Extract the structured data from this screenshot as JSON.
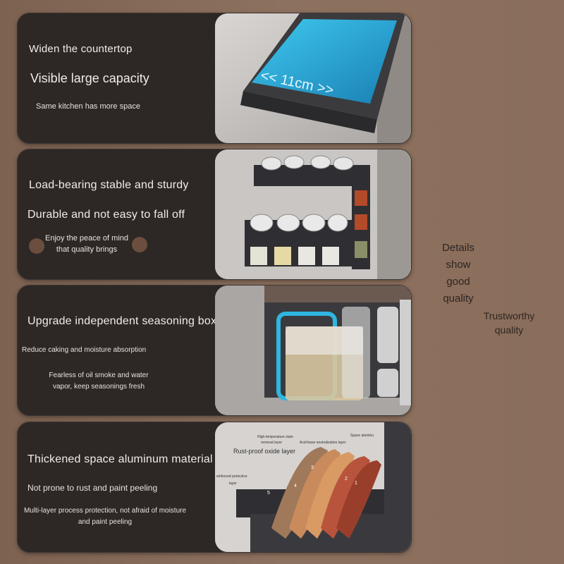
{
  "colors": {
    "background": "#8a6e5c",
    "card": "#2d2826",
    "accent_cyan": "#2fb6e0",
    "text_light": "#f1ece8"
  },
  "cards": [
    {
      "heading_small": "Widen the countertop",
      "heading_large": "Visible large capacity",
      "subtext": "Same kitchen has more space",
      "image_label": "<< 11cm >>",
      "image_icon": "wall-shelf-edge-image"
    },
    {
      "heading_large": "Load-bearing stable and sturdy",
      "heading_large_2": "Durable and not easy to fall off",
      "subtext": "Enjoy the peace of mind that quality brings",
      "image_icon": "spice-rack-image"
    },
    {
      "heading_large": "Upgrade independent seasoning box",
      "subtext_1": "Reduce caking and moisture absorption",
      "subtext_2": "Fearless of oil smoke and water vapor, keep seasonings fresh",
      "image_icon": "seasoning-box-image"
    },
    {
      "heading_large": "Thickened space aluminum material",
      "subtext_1": "Not prone to rust and paint peeling",
      "subtext_2": "Multi-layer process protection, not afraid of moisture and paint peeling",
      "image_icon": "material-layers-image",
      "layer_labels": {
        "high_temp": "High-temperature stain",
        "removal": "removal layer",
        "space_alu": "Space aluminu",
        "acid_base": "Acid-base neutralization layer",
        "rust_proof": "Rust-proof oxide layer",
        "reinforced": "einforced protective",
        "layer": "layer",
        "numbers": [
          "5",
          "4",
          "3",
          "2",
          "1"
        ]
      }
    }
  ],
  "side_text": {
    "details": "Details show good quality",
    "trust": "Trustworthy quality"
  }
}
